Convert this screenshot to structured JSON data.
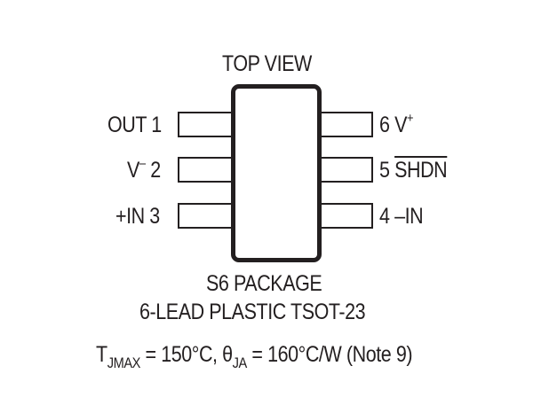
{
  "diagram": {
    "title": "TOP VIEW",
    "package": {
      "name": "S6 PACKAGE",
      "description": "6-LEAD PLASTIC TSOT-23"
    },
    "pins_left": [
      {
        "number": "1",
        "name": "OUT",
        "label": "OUT 1"
      },
      {
        "number": "2",
        "name": "V",
        "superscript": "–",
        "label_num": "2"
      },
      {
        "number": "3",
        "name": "+IN",
        "label": "+IN 3"
      }
    ],
    "pins_right": [
      {
        "number": "6",
        "name": "V",
        "superscript": "+",
        "label_num": "6"
      },
      {
        "number": "5",
        "name": "SHDN",
        "overline": true,
        "label_num": "5"
      },
      {
        "number": "4",
        "name": "–IN",
        "label": "4 –IN"
      }
    ],
    "thermal": {
      "tj_symbol": "T",
      "tj_subscript": "JMAX",
      "tj_value": " = 150°C, ",
      "theta_symbol": "θ",
      "theta_subscript": "JA",
      "theta_value": " = 160°C/W (Note 9)"
    }
  }
}
